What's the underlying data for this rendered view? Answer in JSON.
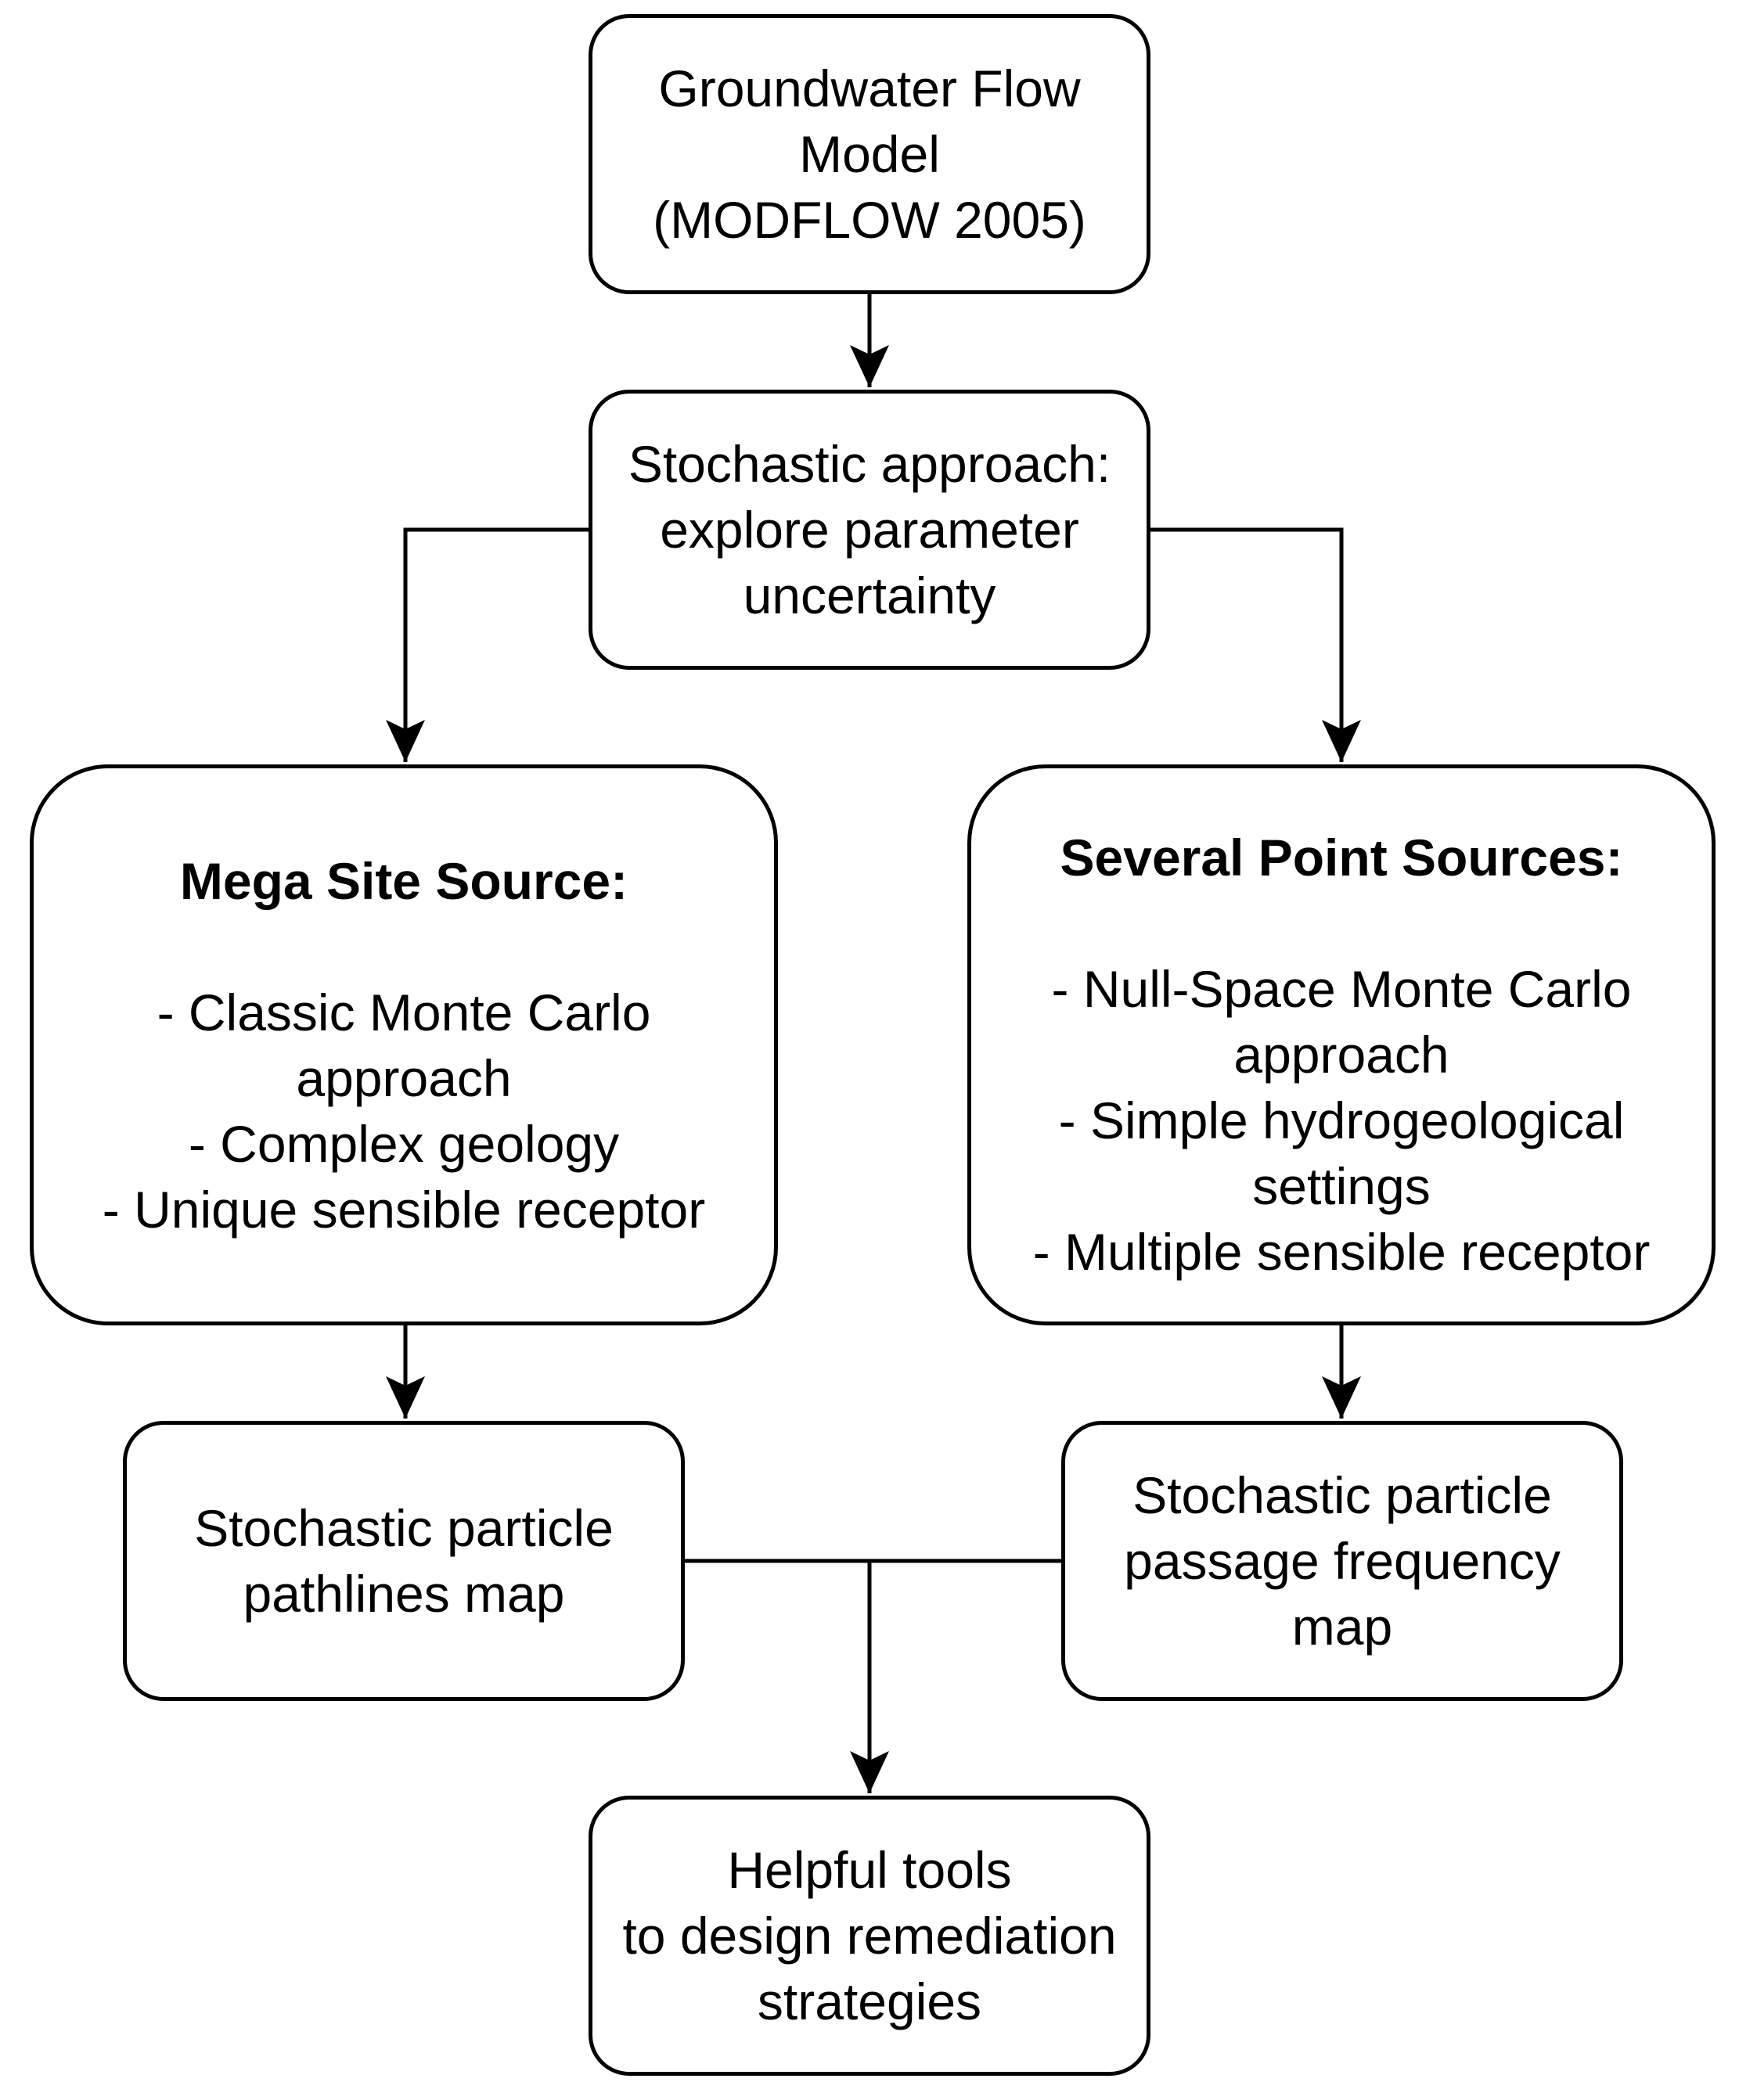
{
  "diagram": {
    "groundwater_model": {
      "lines": [
        "Groundwater Flow",
        "Model",
        "(MODFLOW 2005)"
      ]
    },
    "stochastic_approach": {
      "lines": [
        "Stochastic approach:",
        "explore parameter",
        "uncertainty"
      ]
    },
    "mega_site": {
      "title": "Mega Site Source:",
      "lines": [
        "- Classic Monte Carlo",
        "approach",
        "- Complex geology",
        "- Unique sensible receptor"
      ]
    },
    "several_point": {
      "title": "Several Point Sources:",
      "lines": [
        "- Null-Space Monte Carlo",
        "approach",
        "- Simple hydrogeological",
        "settings",
        "- Multiple sensible receptor"
      ]
    },
    "pathlines_map": {
      "lines": [
        "Stochastic particle",
        "pathlines map"
      ]
    },
    "passage_map": {
      "lines": [
        "Stochastic particle",
        "passage frequency",
        "map"
      ]
    },
    "helpful_tools": {
      "lines": [
        "Helpful tools",
        "to design remediation",
        "strategies"
      ]
    }
  }
}
